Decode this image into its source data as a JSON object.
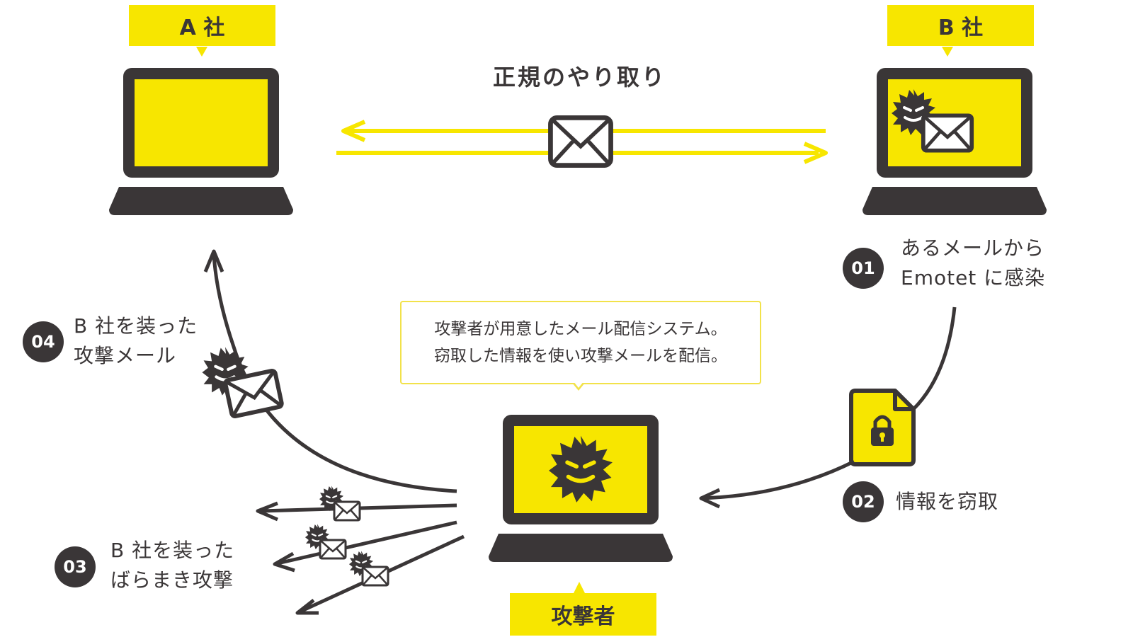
{
  "companies": {
    "a": "A 社",
    "b": "B 社",
    "attacker": "攻撃者"
  },
  "legit_exchange_label": "正規のやり取り",
  "speech_bubble": {
    "line1": "攻撃者が用意したメール配信システム。",
    "line2": "窃取した情報を使い攻撃メールを配信。"
  },
  "steps": [
    {
      "number": "01",
      "line1": "あるメールから",
      "line2": "Emotet に感染"
    },
    {
      "number": "02",
      "line1": "情報を窃取"
    },
    {
      "number": "03",
      "line1": "B 社を装った",
      "line2": "ばらまき攻撃"
    },
    {
      "number": "04",
      "line1": "B 社を装った",
      "line2": "攻撃メール"
    }
  ],
  "icons": [
    "laptop-icon",
    "mail-icon",
    "malware-icon",
    "locked-file-icon",
    "arrow-icon"
  ],
  "colors": {
    "accent": "#f7e600",
    "dark": "#3a3637",
    "background": "#ffffff"
  }
}
